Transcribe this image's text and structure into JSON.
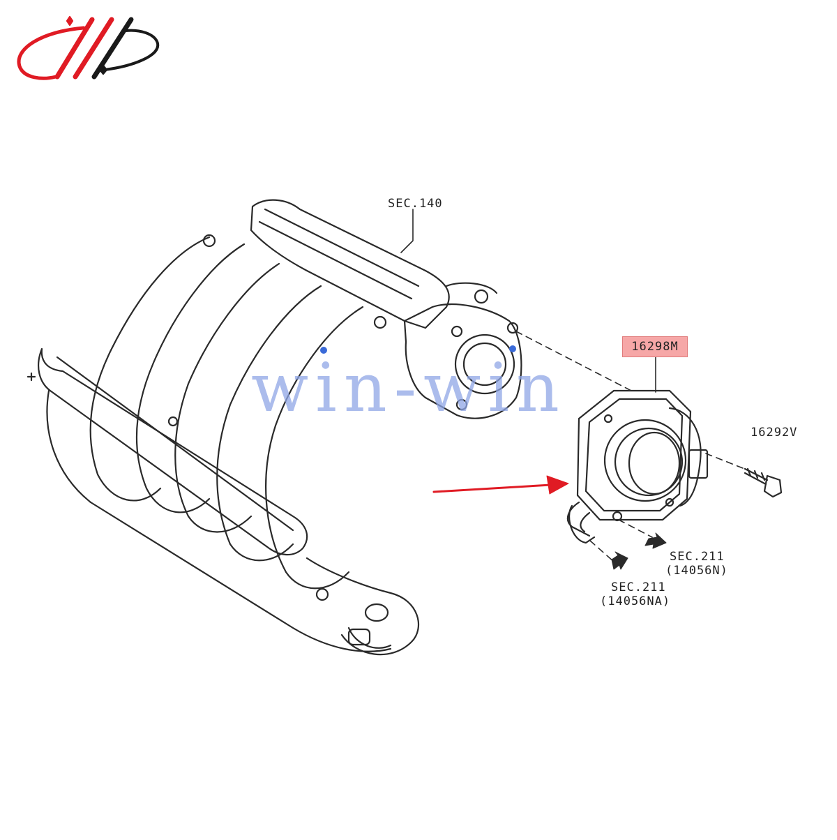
{
  "logo": {
    "colors": {
      "red": "#e01b24",
      "dark": "#1a1a1a"
    }
  },
  "watermark": {
    "text": "win-win",
    "color": "#8fa6e6"
  },
  "callouts": {
    "sec140": "SEC.140",
    "part_16298m": "16298M",
    "part_16292v": "16292V",
    "sec211_a": "SEC.211",
    "sec211_a_sub": "(14056N)",
    "sec211_b": "SEC.211",
    "sec211_b_sub": "(14056NA)"
  },
  "highlight": {
    "target": "16298M",
    "color": "#f6a7a7",
    "arrow_color": "#e01b24"
  },
  "icons": {
    "logo": "brand-logo-icon",
    "manifold": "intake-manifold-icon",
    "throttle": "throttle-body-icon",
    "bolt": "bolt-icon",
    "arrow": "pointer-arrow-icon"
  }
}
